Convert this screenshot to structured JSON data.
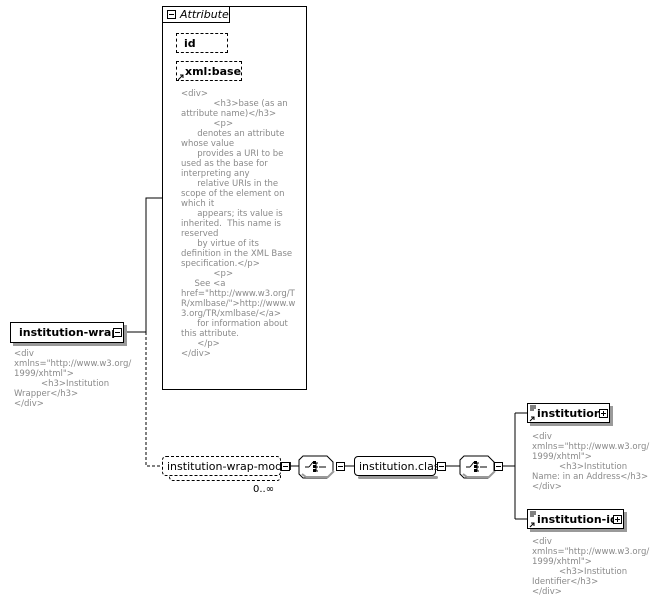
{
  "attribute_group": {
    "title": "Attribute",
    "id_attr": "id",
    "xmlbase_attr": "xml:base",
    "doc": "<div>\n            <h3>base (as an\nattribute name)</h3>\n            <p>\n      denotes an attribute\nwhose value\n      provides a URI to be\nused as the base for\ninterpreting any\n      relative URIs in the\nscope of the element on\nwhich it\n      appears; its value is\ninherited.  This name is\nreserved\n      by virtue of its\ndefinition in the XML Base\nspecification.</p>\n            <p>\n     See <a\nhref=\"http://www.w3.org/T\nR/xmlbase/\">http://www.w\n3.org/TR/xmlbase/</a>\n      for information about\nthis attribute.\n      </p>\n</div>"
  },
  "root": {
    "label": "institution-wrap",
    "doc": "<div\nxmlns=\"http://www.w3.org/\n1999/xhtml\">\n          <h3>Institution\nWrapper</h3>\n</div>"
  },
  "model_group": {
    "label": "institution-wrap-model",
    "cardinality": "0..∞"
  },
  "class_group": {
    "label": "institution.class"
  },
  "children": [
    {
      "label": "institution",
      "doc": "<div\nxmlns=\"http://www.w3.org/\n1999/xhtml\">\n          <h3>Institution\nName: in an Address</h3>\n</div>"
    },
    {
      "label": "institution-id",
      "doc": "<div\nxmlns=\"http://www.w3.org/\n1999/xhtml\">\n          <h3>Institution\nIdentifier</h3>\n</div>"
    }
  ]
}
